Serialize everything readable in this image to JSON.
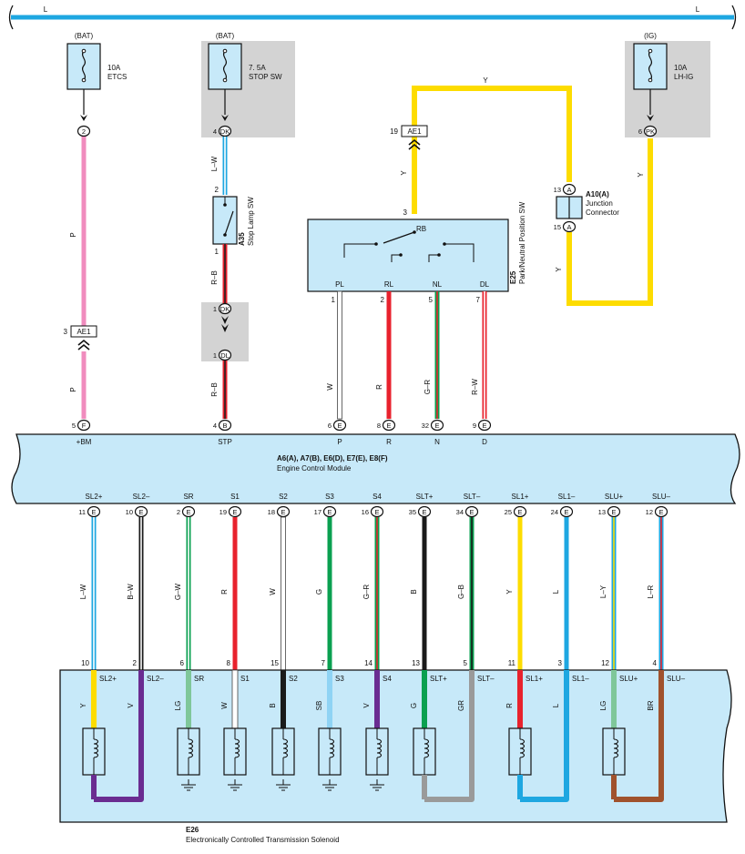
{
  "bus": {
    "left_label": "L",
    "right_label": "L"
  },
  "fuses": [
    {
      "id": "etcs",
      "source": "(BAT)",
      "rating": "10A",
      "name": "ETCS"
    },
    {
      "id": "stop",
      "source": "(BAT)",
      "rating": "7. 5A",
      "name": "STOP SW"
    },
    {
      "id": "lhig",
      "source": "(IG)",
      "rating": "10A",
      "name": "LH-IG"
    }
  ],
  "top_pins": {
    "etcs": {
      "num": "2"
    },
    "stop": {
      "num": "4",
      "conn": "DK"
    },
    "lhig": {
      "num": "6",
      "conn": "PK"
    }
  },
  "wires_top": {
    "etcs": [
      "P",
      "P"
    ],
    "stop": [
      "L–W",
      "R–B",
      "R–B"
    ],
    "yellow": [
      "Y",
      "Y",
      "Y",
      "Y"
    ]
  },
  "ae1": {
    "left": {
      "num": "3",
      "label": "AE1"
    },
    "mid": {
      "num": "19",
      "label": "AE1"
    }
  },
  "stop_switch": {
    "code": "A35",
    "name": "Stop Lamp SW",
    "pin_top": "2",
    "pin_bottom": "1"
  },
  "dk_dl": {
    "dk": {
      "num": "1",
      "label": "DK"
    },
    "dl": {
      "num": "1",
      "label": "DL"
    }
  },
  "pnp": {
    "code": "E25",
    "name": "Park/Neutral Position SW",
    "pin_top": "3",
    "rb": "RB",
    "pins": [
      {
        "label": "PL",
        "num": "1",
        "wire": "W"
      },
      {
        "label": "RL",
        "num": "2",
        "wire": "R"
      },
      {
        "label": "NL",
        "num": "5",
        "wire": "G–R"
      },
      {
        "label": "DL",
        "num": "7",
        "wire": "R–W"
      }
    ]
  },
  "junction": {
    "code": "A10(A)",
    "line1": "Junction",
    "line2": "Connector",
    "pin_top": "13",
    "pin_bottom": "15",
    "conn": "A"
  },
  "ecm": {
    "title": "A6(A), A7(B), E6(D), E7(E), E8(F)",
    "name": "Engine Control Module",
    "top_inputs": [
      {
        "num": "5",
        "conn": "F",
        "label": "+BM"
      },
      {
        "num": "4",
        "conn": "B",
        "label": "STP"
      },
      {
        "num": "6",
        "conn": "E",
        "label": "P"
      },
      {
        "num": "8",
        "conn": "E",
        "label": "R"
      },
      {
        "num": "32",
        "conn": "E",
        "label": "N"
      },
      {
        "num": "9",
        "conn": "E",
        "label": "D"
      }
    ]
  },
  "outputs": [
    {
      "label": "SL2+",
      "ecm_pin": "11",
      "wire": "L–W",
      "sol_pin": "10",
      "sol_label": "SL2+",
      "lower_wire": "Y",
      "conn": "E"
    },
    {
      "label": "SL2–",
      "ecm_pin": "10",
      "wire": "B–W",
      "sol_pin": "2",
      "sol_label": "SL2–",
      "lower_wire": "V",
      "conn": "E"
    },
    {
      "label": "SR",
      "ecm_pin": "2",
      "wire": "G–W",
      "sol_pin": "6",
      "sol_label": "SR",
      "lower_wire": "LG",
      "conn": "E"
    },
    {
      "label": "S1",
      "ecm_pin": "19",
      "wire": "R",
      "sol_pin": "8",
      "sol_label": "S1",
      "lower_wire": "W",
      "conn": "E"
    },
    {
      "label": "S2",
      "ecm_pin": "18",
      "wire": "W",
      "sol_pin": "15",
      "sol_label": "S2",
      "lower_wire": "B",
      "conn": "E"
    },
    {
      "label": "S3",
      "ecm_pin": "17",
      "wire": "G",
      "sol_pin": "7",
      "sol_label": "S3",
      "lower_wire": "SB",
      "conn": "E"
    },
    {
      "label": "S4",
      "ecm_pin": "16",
      "wire": "G–R",
      "sol_pin": "14",
      "sol_label": "S4",
      "lower_wire": "V",
      "conn": "E"
    },
    {
      "label": "SLT+",
      "ecm_pin": "35",
      "wire": "B",
      "sol_pin": "13",
      "sol_label": "SLT+",
      "lower_wire": "G",
      "conn": "E"
    },
    {
      "label": "SLT–",
      "ecm_pin": "34",
      "wire": "G–B",
      "sol_pin": "5",
      "sol_label": "SLT–",
      "lower_wire": "GR",
      "conn": "E"
    },
    {
      "label": "SL1+",
      "ecm_pin": "25",
      "wire": "Y",
      "sol_pin": "11",
      "sol_label": "SL1+",
      "lower_wire": "R",
      "conn": "E"
    },
    {
      "label": "SL1–",
      "ecm_pin": "24",
      "wire": "L",
      "sol_pin": "3",
      "sol_label": "SL1–",
      "lower_wire": "L",
      "conn": "E"
    },
    {
      "label": "SLU+",
      "ecm_pin": "13",
      "wire": "L–Y",
      "sol_pin": "12",
      "sol_label": "SLU+",
      "lower_wire": "LG",
      "conn": "E"
    },
    {
      "label": "SLU–",
      "ecm_pin": "12",
      "wire": "L–R",
      "sol_pin": "4",
      "sol_label": "SLU–",
      "lower_wire": "BR",
      "conn": "E"
    }
  ],
  "solenoid_block": {
    "code": "E26",
    "name": "Electronically Controlled Transmission Solenoid"
  },
  "colors": {
    "L": "#1ea7e1",
    "P": "#f08cbe",
    "Y": "#fddc00",
    "R": "#e8222d",
    "G": "#0aa050",
    "B": "#1a1a1a",
    "W": "#ffffff",
    "V": "#6a2c91",
    "LG": "#7fc79a",
    "SB": "#8fd3f4",
    "GR": "#9a9a9a",
    "BR": "#a0522d",
    "panel": "#c7e9f9",
    "shade": "#d3d3d3"
  }
}
